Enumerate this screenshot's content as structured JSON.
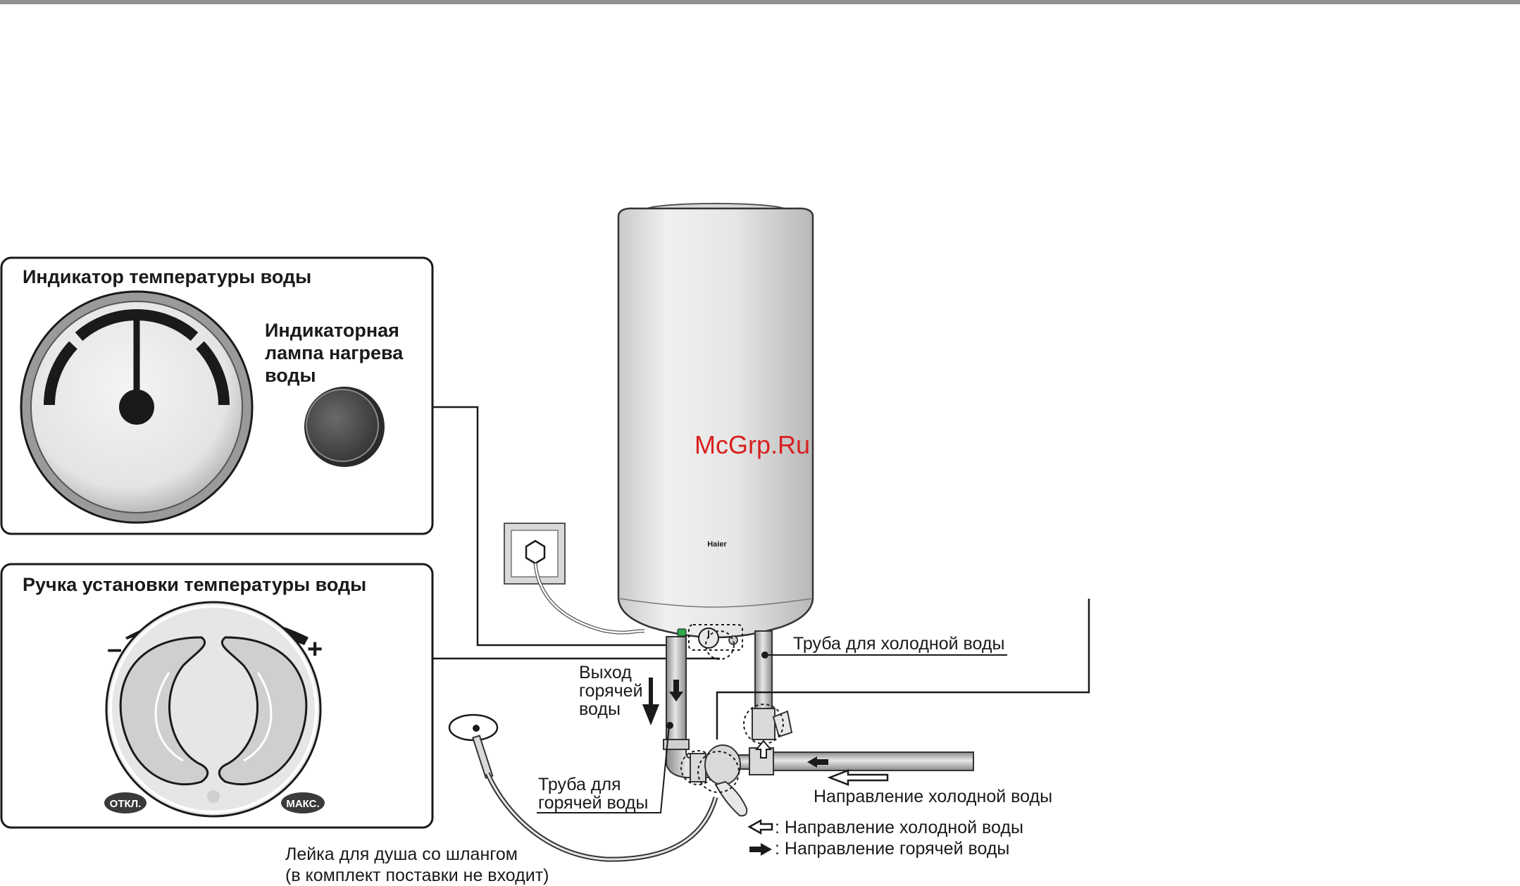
{
  "panels": {
    "indicator": {
      "title": "Индикатор температуры воды",
      "lamp_label": [
        "Индикаторная",
        "лампа нагрева",
        "воды"
      ]
    },
    "knob": {
      "title": "Ручка установки температуры воды",
      "minus": "–",
      "plus": "+",
      "off": "ОТКЛ.",
      "max": "МАКС."
    }
  },
  "heater": {
    "brand": "Haier"
  },
  "watermark": "McGrp.Ru",
  "labels": {
    "cold_pipe": "Труба для холодной воды",
    "hot_out": [
      "Выход",
      "горячей",
      "воды"
    ],
    "hot_pipe": [
      "Труба для",
      "горячей воды"
    ],
    "cold_direction": "Направление холодной воды",
    "shower": [
      "Лейка для душа со шлангом",
      "(в комплект поставки не входит)"
    ]
  },
  "legend": [
    {
      "arrow": "outline-arrow-left-icon",
      "text": ": Направление холодной воды"
    },
    {
      "arrow": "solid-arrow-right-icon",
      "text": ": Направление горячей воды"
    }
  ],
  "colors": {
    "top_bar": "#8f8f8f",
    "lamp": "#555555",
    "indicator_led": "#2ea84a",
    "watermark": "#d8201f"
  }
}
